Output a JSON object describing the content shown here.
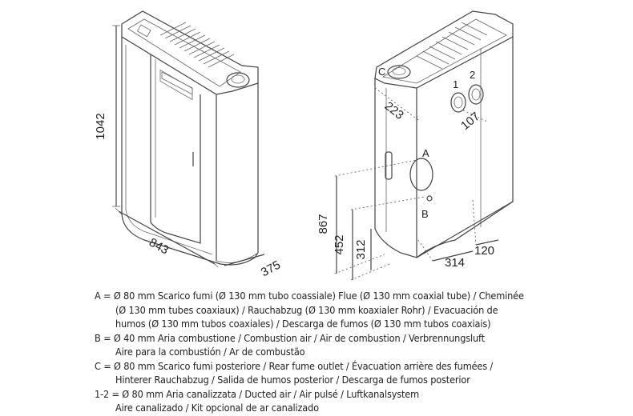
{
  "front_view": {
    "height": "1042",
    "width": "843",
    "depth": "375"
  },
  "rear_view": {
    "dims": {
      "d223": "223",
      "d107": "107",
      "d867": "867",
      "d452": "452",
      "d312": "312",
      "d314": "314",
      "d120": "120"
    },
    "labels": {
      "A": "A",
      "B": "B",
      "C": "C",
      "n1": "1",
      "n2": "2"
    }
  },
  "legend": [
    {
      "lines": [
        "A = Ø 80 mm Scarico fumi (Ø 130 mm tubo coassiale) Flue (Ø 130 mm coaxial tube) / Cheminée",
        "(Ø 130 mm tubes coaxiaux) / Rauchabzug (Ø 130 mm koaxialer Rohr) / Evacuación de",
        "humos (Ø 130 mm tubos coaxiales) / Descarga de fumos (Ø 130 mm tubos coaxiais)"
      ]
    },
    {
      "lines": [
        "B = Ø 40 mm  Aria combustione / Combustion air / Air de combustion / Verbrennungsluft",
        "Aire para la combustión / Ar de combustão"
      ]
    },
    {
      "lines": [
        "C = Ø 80 mm Scarico fumi posteriore / Rear fume outlet / Évacuation arrière des fumées /",
        "Hinterer Rauchabzug / Salida de humos posterior / Descarga de fumos posterior"
      ]
    },
    {
      "lines": [
        "1-2 = Ø 80 mm Aria canalizzata / Ducted air / Air pulsé / Luftkanalsystem",
        "Aire canalizado / Kit opcional de ar canalizado"
      ]
    }
  ]
}
